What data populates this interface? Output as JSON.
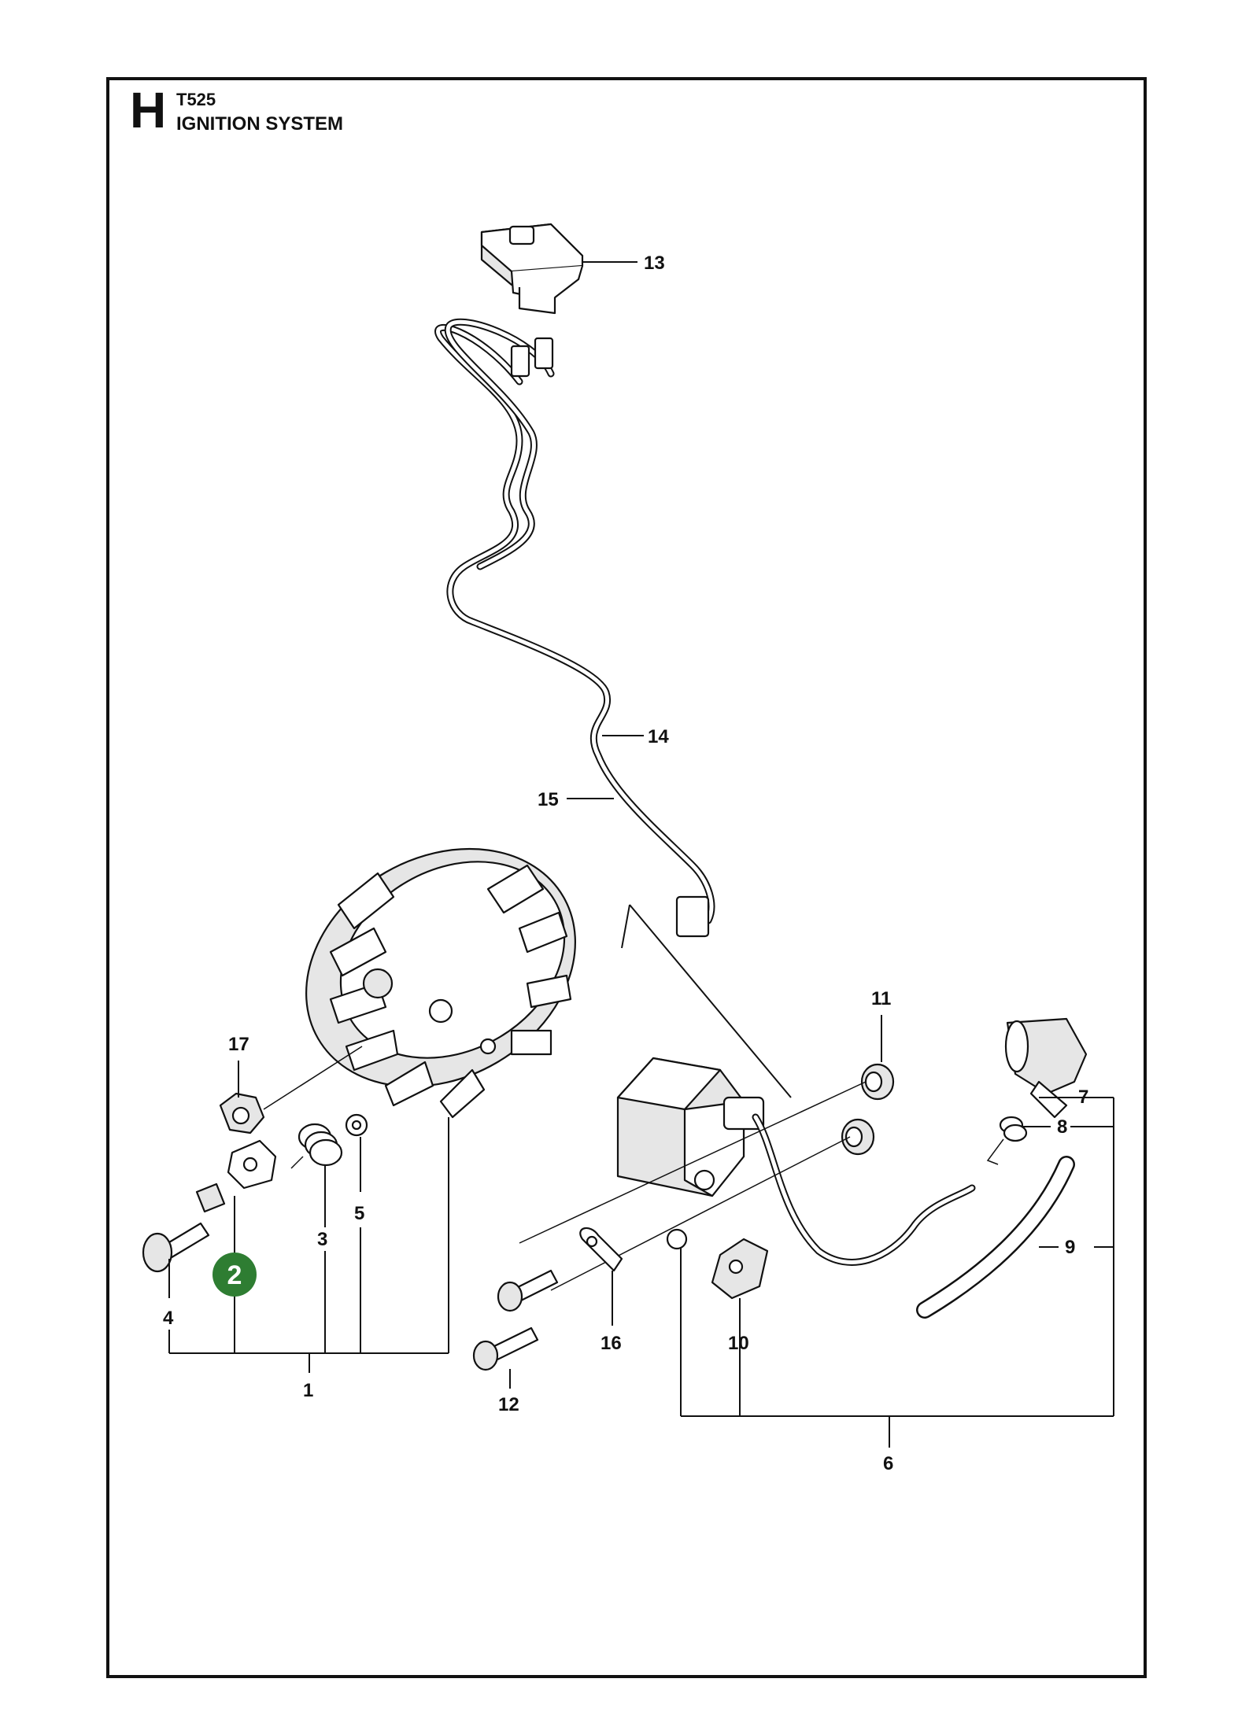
{
  "header": {
    "section_letter": "H",
    "model": "T525",
    "title": "IGNITION SYSTEM"
  },
  "colors": {
    "badge_green": "#2e7d32",
    "line": "#111111"
  },
  "callouts": {
    "c1": "1",
    "c3": "3",
    "c4": "4",
    "c5": "5",
    "c6": "6",
    "c7": "7",
    "c8": "8",
    "c9": "9",
    "c10": "10",
    "c11": "11",
    "c12": "12",
    "c13": "13",
    "c14": "14",
    "c15": "15",
    "c16": "16",
    "c17": "17"
  },
  "highlight_badge": "2"
}
